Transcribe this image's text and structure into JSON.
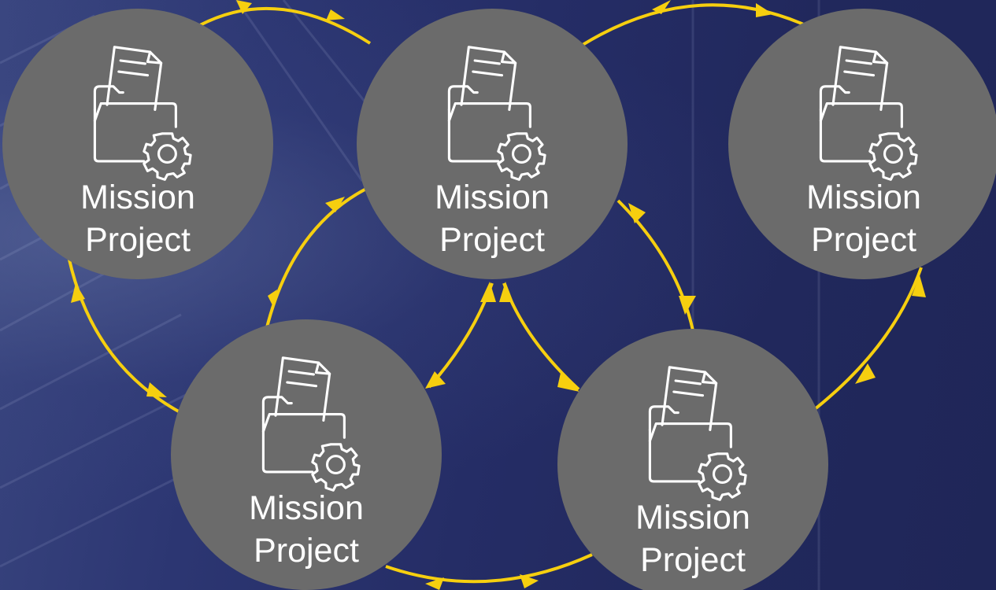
{
  "diagram": {
    "colors": {
      "background": "#232a5e",
      "node_fill": "#6b6b6b",
      "connector": "#f6cf0f",
      "text": "#ffffff"
    },
    "nodes": [
      {
        "id": "node-1",
        "icon": "folder-document-gear-icon",
        "line1": "Mission",
        "line2": "Project"
      },
      {
        "id": "node-2",
        "icon": "folder-document-gear-icon",
        "line1": "Mission",
        "line2": "Project"
      },
      {
        "id": "node-3",
        "icon": "folder-document-gear-icon",
        "line1": "Mission",
        "line2": "Project"
      },
      {
        "id": "node-4",
        "icon": "folder-document-gear-icon",
        "line1": "Mission",
        "line2": "Project"
      },
      {
        "id": "node-5",
        "icon": "folder-document-gear-icon",
        "line1": "Mission",
        "line2": "Project"
      }
    ],
    "connections": [
      {
        "from": "node-1",
        "to": "node-2",
        "direction": "bidirectional"
      },
      {
        "from": "node-2",
        "to": "node-3",
        "direction": "bidirectional"
      },
      {
        "from": "node-1",
        "to": "node-4",
        "direction": "bidirectional"
      },
      {
        "from": "node-2",
        "to": "node-4",
        "direction": "bidirectional"
      },
      {
        "from": "node-2",
        "to": "node-4",
        "direction": "bidirectional"
      },
      {
        "from": "node-2",
        "to": "node-5",
        "direction": "bidirectional"
      },
      {
        "from": "node-2",
        "to": "node-5",
        "direction": "bidirectional"
      },
      {
        "from": "node-3",
        "to": "node-5",
        "direction": "bidirectional"
      },
      {
        "from": "node-4",
        "to": "node-5",
        "direction": "bidirectional"
      }
    ]
  }
}
